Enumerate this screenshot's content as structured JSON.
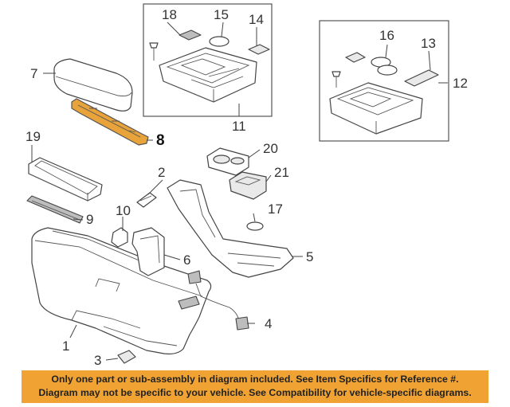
{
  "callouts": {
    "c1": "1",
    "c2": "2",
    "c3": "3",
    "c4": "4",
    "c5": "5",
    "c6": "6",
    "c7": "7",
    "c8": "8",
    "c9": "9",
    "c10": "10",
    "c11": "11",
    "c12": "12",
    "c13": "13",
    "c14": "14",
    "c15": "15",
    "c16": "16",
    "c17": "17",
    "c18": "18",
    "c19": "19",
    "c20": "20",
    "c21": "21"
  },
  "highlight_color": "#e8a33a",
  "banner": {
    "line1": "Only one part or sub-assembly in diagram included. See Item Specifics for Reference #.",
    "line2": "Diagram may not be specific to your vehicle. See Compatibility for vehicle-specific diagrams.",
    "color": "#f0a332"
  }
}
